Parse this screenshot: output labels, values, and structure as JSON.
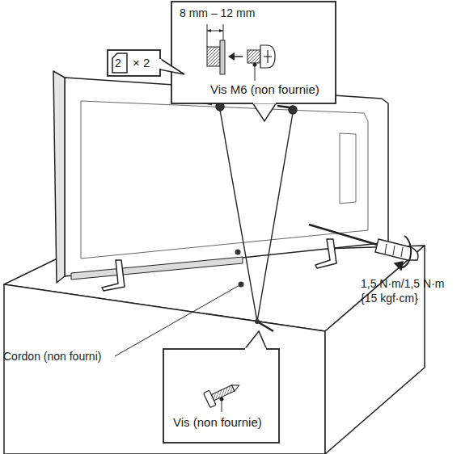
{
  "diagram": {
    "nodes": [
      {
        "text": [
          "8 mm – 12 mm",
          "Vis M6 (non fournie)"
        ]
      },
      {
        "text": [
          "2",
          "× 2"
        ]
      },
      {
        "text": [
          "Vis (non fournie)"
        ]
      }
    ],
    "labels": [
      "Cordon (non fourni)",
      "1,5 N·m/1,5 N·m {15 kgf·cm}"
    ]
  }
}
